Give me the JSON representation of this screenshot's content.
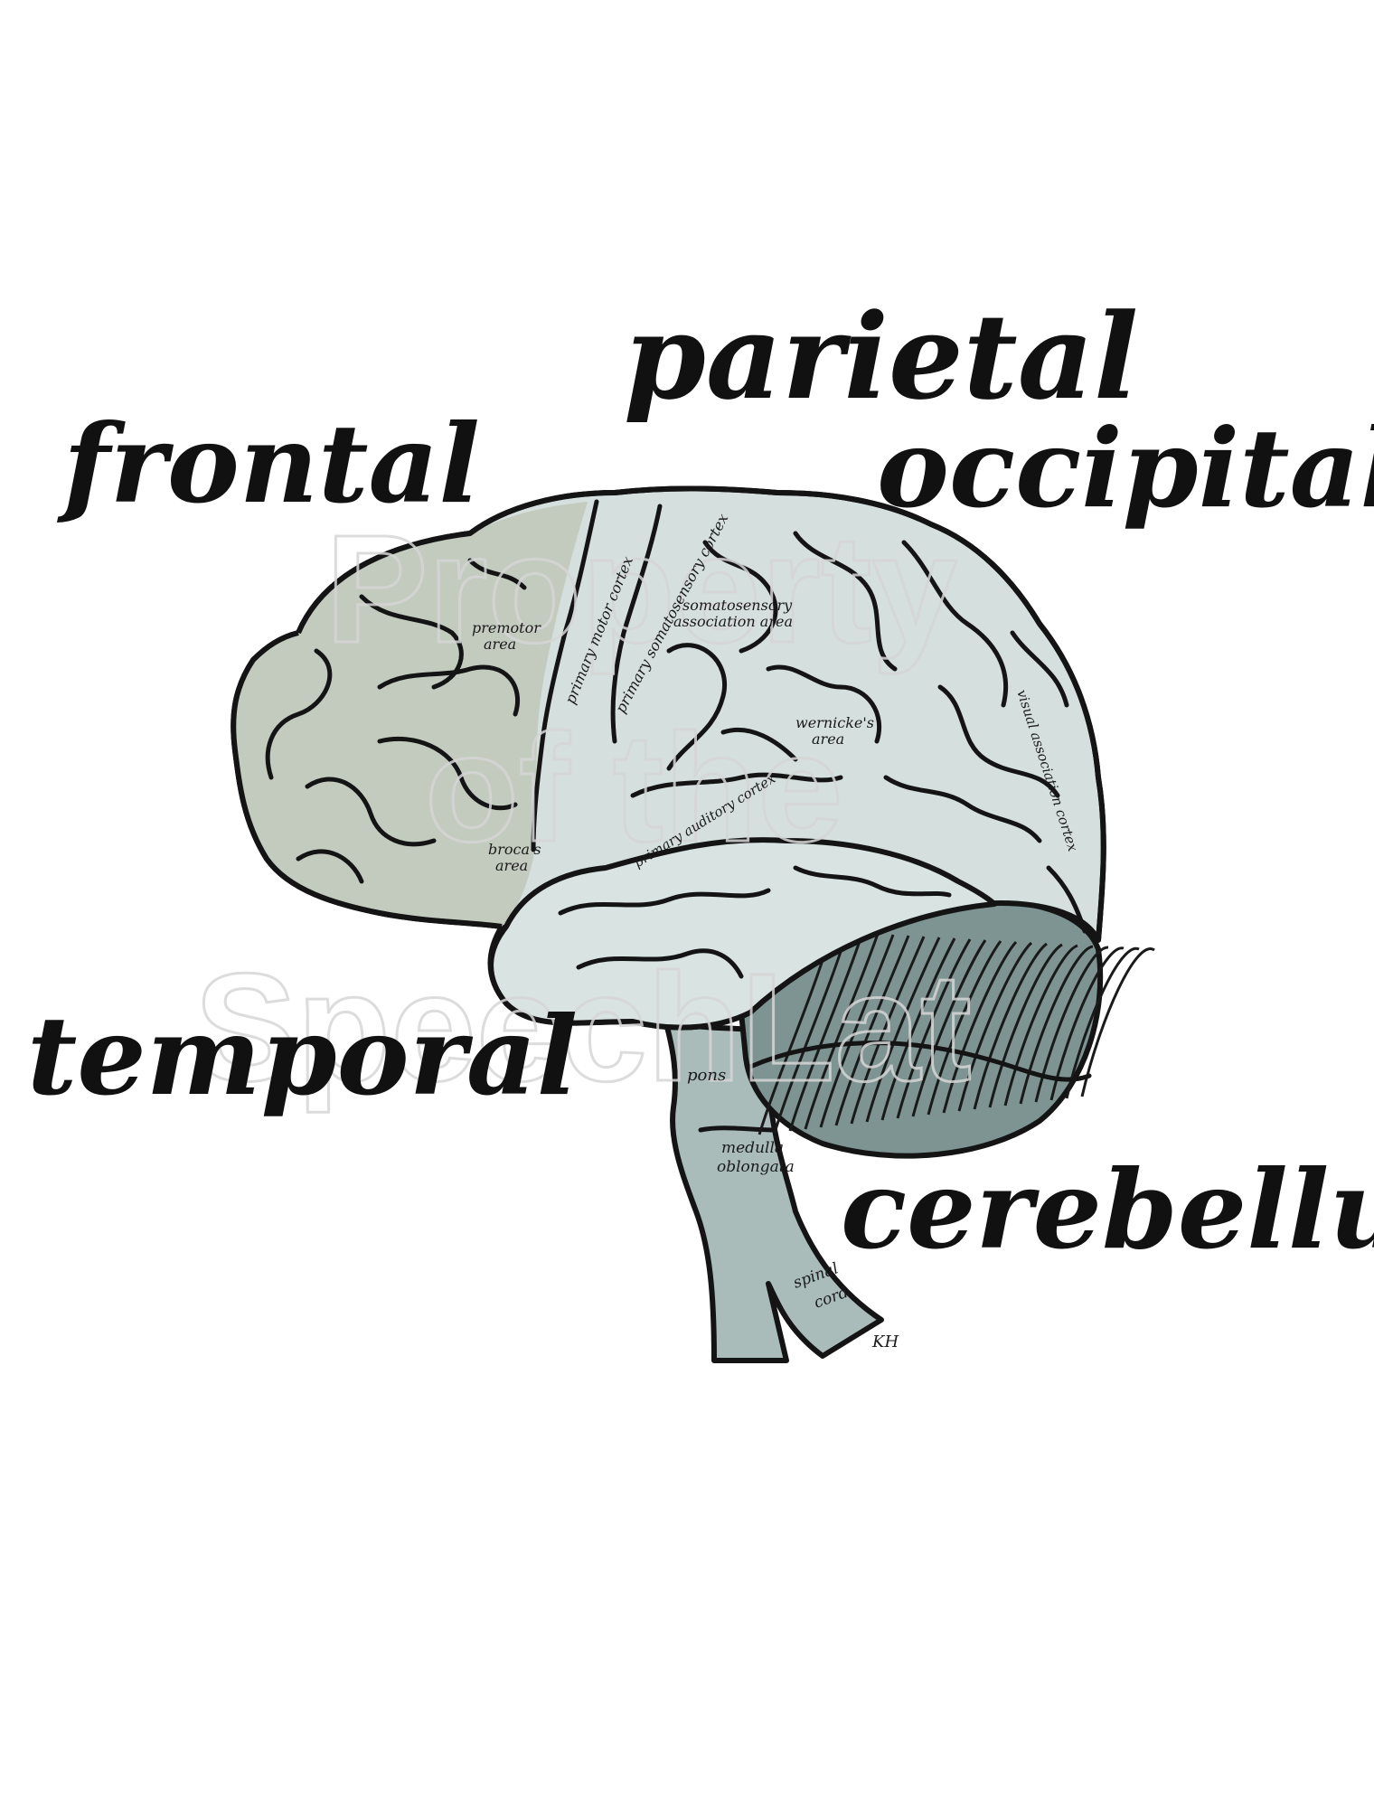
{
  "lobe_labels": {
    "frontal": "frontal",
    "parietal": "parietal",
    "occipital": "occipital",
    "temporal": "temporal",
    "cerebellum": "cerebellum"
  },
  "region_labels": {
    "premotor_1": "premotor",
    "premotor_2": "area",
    "primary_motor": "primary motor cortex",
    "primary_somatosensory": "primary somatosensory cortex",
    "somatosensory_assoc_1": "somatosensory",
    "somatosensory_assoc_2": "association area",
    "wernicke_1": "wernicke's",
    "wernicke_2": "area",
    "visual_assoc": "visual association cortex",
    "broca_1": "broca's",
    "broca_2": "area",
    "primary_auditory": "primary auditory cortex",
    "pons": "pons",
    "medulla_1": "medulla",
    "medulla_2": "oblongata",
    "spinal_1": "spinal",
    "spinal_2": "cord"
  },
  "signature": "KH",
  "watermark": {
    "line1": "Property",
    "line2": "of the",
    "line3": "SpeechLat"
  },
  "colors": {
    "frontal_fill": "#c3cbbf",
    "brain_fill": "#d5dfde",
    "temporal_fill": "#d9e3e2",
    "cerebellum_fill": "#7d9492",
    "brainstem_fill": "#a9bcba",
    "outline": "#141414"
  }
}
